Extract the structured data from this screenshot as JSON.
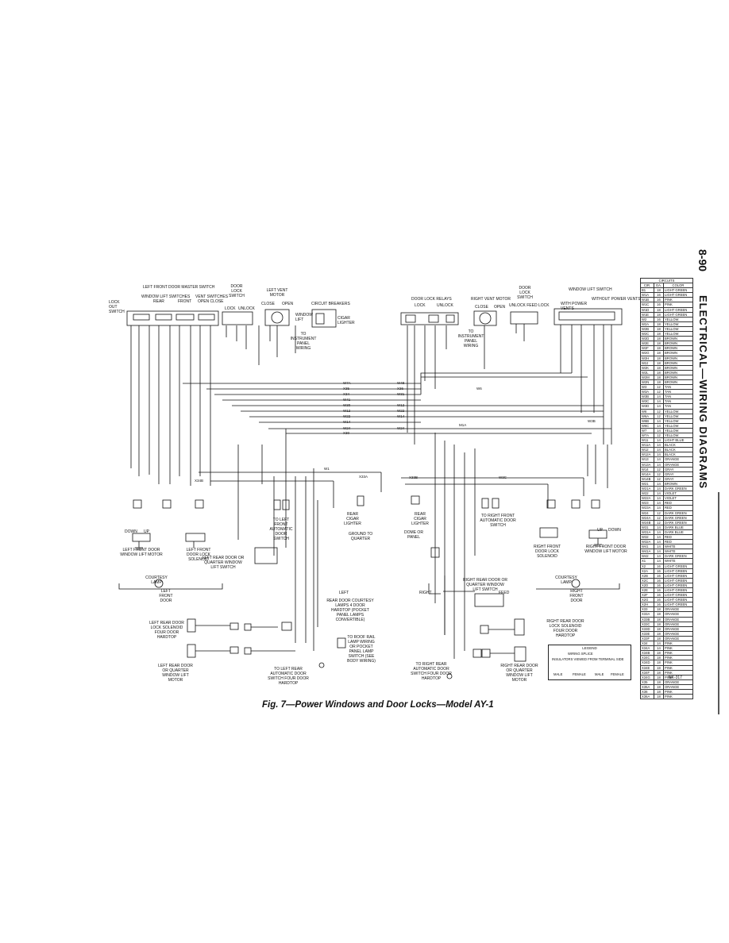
{
  "page_number": "8-90",
  "section_title": "ELECTRICAL—WIRING DIAGRAMS",
  "caption": "Fig. 7—Power Windows and Door Locks—Model AY-1",
  "figure_code": "NK-317",
  "left_labels": {
    "lf_master_switch": "LEFT FRONT DOOR MASTER SWITCH",
    "window_lift_switches": "WINDOW LIFT SWITCHES",
    "rear": "REAR",
    "front": "FRONT",
    "vent_switches": "VENT SWITCHES",
    "open_close": "OPEN CLOSE",
    "door_lock_switch": "DOOR LOCK SWITCH",
    "lock": "LOCK",
    "unlock": "UNLOCK",
    "left_vent_motor": "LEFT VENT MOTOR",
    "close": "CLOSE",
    "open": "OPEN",
    "circuit_breakers": "CIRCUIT BREAKERS",
    "window_lift": "WINDOW LIFT",
    "cigar_lighter": "CIGAR LIGHTER",
    "lock_out_switch": "LOCK OUT SWITCH",
    "to_instrument_panel": "TO INSTRUMENT PANEL WIRING",
    "lf_window_motor": "LEFT FRONT DOOR WINDOW LIFT MOTOR",
    "lf_lock_solenoid": "LEFT FRONT DOOR LOCK SOLENOID",
    "to_lf_auto_switch": "TO LEFT FRONT AUTOMATIC DOOR SWITCH",
    "rear_cigar_lighter": "REAR CIGAR LIGHTER",
    "ground_to_quarter": "GROUND TO QUARTER",
    "courtesy_lamp": "COURTESY LAMP",
    "left_front_door": "LEFT FRONT DOOR",
    "lr_quarter_switch": "LEFT REAR DOOR OR QUARTER WINDOW LIFT SWITCH",
    "rear_courtesy": "REAR DOOR COURTESY LAMPS 4 DOOR HARDTOP (POCKET PANEL LAMPS CONVERTIBLE)",
    "left": "LEFT",
    "lr_lock_solenoid": "LEFT REAR DOOR LOCK SOLENOID FOUR DOOR HARDTOP",
    "to_roof_rail": "TO ROOF RAIL LAMP WIRING OR POCKET PANEL LAMP SWITCH (SEE BODY WIRING)",
    "lr_window_motor": "LEFT REAR DOOR OR QUARTER WINDOW LIFT MOTOR",
    "to_lr_auto_switch": "TO LEFT REAR AUTOMATIC DOOR SWITCH FOUR DOOR HARDTOP",
    "up": "UP",
    "down": "DOWN"
  },
  "right_labels": {
    "door_lock_relays": "DOOR LOCK RELAYS",
    "right_vent_motor": "RIGHT VENT MOTOR",
    "door_lock_switch": "DOOR LOCK SWITCH",
    "window_lift_switch": "WINDOW LIFT SWITCH",
    "with_power_vents": "WITH POWER VENTS",
    "without_power_vents": "WITHOUT POWER VENTS",
    "lock": "LOCK",
    "unlock": "UNLOCK",
    "close": "CLOSE",
    "open": "OPEN",
    "unlock_feed_lock": "UNLOCK FEED LOCK",
    "to_instrument_panel": "TO INSTRUMENT PANEL WIRING",
    "rear_cigar_lighter": "REAR CIGAR LIGHTER",
    "dome_or_panel": "DOME OR PANEL",
    "to_rf_auto_switch": "TO RIGHT FRONT AUTOMATIC DOOR SWITCH",
    "rf_lock_solenoid": "RIGHT FRONT DOOR LOCK SOLENOID",
    "rf_window_motor": "RIGHT FRONT DOOR WINDOW LIFT MOTOR",
    "courtesy_lamp": "COURTESY LAMP",
    "right_front_door": "RIGHT FRONT DOOR",
    "right": "RIGHT",
    "rr_quarter_switch": "RIGHT REAR DOOR OR QUARTER WINDOW LIFT SWITCH",
    "feed": "FEED",
    "rr_lock_solenoid": "RIGHT REAR DOOR LOCK SOLENOID FOUR DOOR HARDTOP",
    "to_rr_auto_switch": "TO RIGHT REAR AUTOMATIC DOOR SWITCH FOUR DOOR HARDTOP",
    "rr_window_motor": "RIGHT REAR DOOR OR QUARTER WINDOW LIFT MOTOR",
    "up": "UP",
    "down": "DOWN"
  },
  "bus_wires": [
    "W7A",
    "X35",
    "X34",
    "W41",
    "W30",
    "W12",
    "W22",
    "W14",
    "W24",
    "X30",
    "W1",
    "W48",
    "X36",
    "W31",
    "W12",
    "W22",
    "W14",
    "W24",
    "W6",
    "M1A",
    "W3B",
    "X34B",
    "X33A",
    "X33B",
    "W3C"
  ],
  "wire_table": {
    "heading": "CIRCUITS",
    "columns": [
      "CIR.",
      "GA.",
      "COLOR"
    ],
    "rows": [
      [
        "B1",
        "18",
        "LIGHT GREEN"
      ],
      [
        "W1A",
        "16",
        "LIGHT GREEN"
      ],
      [
        "W1B",
        "16",
        "PINK"
      ],
      [
        "W1C",
        "16",
        "PINK"
      ],
      [
        "W1D",
        "18",
        "LIGHT GREEN"
      ],
      [
        "W1E",
        "18",
        "LIGHT GREEN"
      ],
      [
        "W2",
        "16",
        "YELLOW"
      ],
      [
        "W2A",
        "18",
        "YELLOW"
      ],
      [
        "W2B",
        "18",
        "YELLOW"
      ],
      [
        "W2C",
        "18",
        "YELLOW"
      ],
      [
        "W2D",
        "18",
        "BROWN"
      ],
      [
        "W2E",
        "18",
        "BROWN"
      ],
      [
        "W2F",
        "18",
        "BROWN"
      ],
      [
        "W2G",
        "18",
        "BROWN"
      ],
      [
        "W2H",
        "18",
        "BROWN"
      ],
      [
        "W2J",
        "18",
        "BROWN"
      ],
      [
        "W2K",
        "18",
        "BROWN"
      ],
      [
        "W2L",
        "18",
        "BROWN"
      ],
      [
        "W2M",
        "18",
        "BROWN"
      ],
      [
        "W2N",
        "18",
        "BROWN"
      ],
      [
        "W3",
        "12",
        "TAN"
      ],
      [
        "W3A",
        "12",
        "TAN"
      ],
      [
        "W3B",
        "14",
        "TAN"
      ],
      [
        "W3C",
        "14",
        "TAN"
      ],
      [
        "W3D",
        "14",
        "TAN"
      ],
      [
        "W6",
        "12",
        "YELLOW"
      ],
      [
        "W6A",
        "12",
        "YELLOW"
      ],
      [
        "W6B",
        "14",
        "YELLOW"
      ],
      [
        "W6C",
        "14",
        "YELLOW"
      ],
      [
        "W7",
        "14",
        "YELLOW"
      ],
      [
        "W7A",
        "12",
        "YELLOW"
      ],
      [
        "W11",
        "14",
        "LIGHT BLUE"
      ],
      [
        "W11A",
        "14",
        "BLACK"
      ],
      [
        "W12",
        "14",
        "BLACK"
      ],
      [
        "W12A",
        "14",
        "BLACK"
      ],
      [
        "W13",
        "14",
        "ORANGE"
      ],
      [
        "W13A",
        "14",
        "ORANGE"
      ],
      [
        "W14",
        "12",
        "GRAY"
      ],
      [
        "W14A",
        "12",
        "GRAY"
      ],
      [
        "W14B",
        "12",
        "GRAY"
      ],
      [
        "W21",
        "14",
        "BROWN"
      ],
      [
        "W21A",
        "14",
        "DARK GREEN"
      ],
      [
        "W22",
        "14",
        "VIOLET"
      ],
      [
        "W22A",
        "14",
        "VIOLET"
      ],
      [
        "W23",
        "14",
        "RED"
      ],
      [
        "W23A",
        "14",
        "RED"
      ],
      [
        "W24",
        "12",
        "DARK GREEN"
      ],
      [
        "W24A",
        "12",
        "DARK GREEN"
      ],
      [
        "W24B",
        "12",
        "DARK GREEN"
      ],
      [
        "W31",
        "14",
        "DARK BLUE"
      ],
      [
        "W31A",
        "14",
        "DARK BLUE"
      ],
      [
        "W32",
        "14",
        "RED"
      ],
      [
        "W32A",
        "14",
        "RED"
      ],
      [
        "W41",
        "14",
        "WHITE"
      ],
      [
        "W41A",
        "14",
        "WHITE"
      ],
      [
        "W42",
        "14",
        "DARK GREEN"
      ],
      [
        "X1",
        "14",
        "WHITE"
      ],
      [
        "X2",
        "16",
        "LIGHT GREEN"
      ],
      [
        "X2A",
        "16",
        "LIGHT GREEN"
      ],
      [
        "X2B",
        "16",
        "LIGHT GREEN"
      ],
      [
        "X2C",
        "16",
        "LIGHT GREEN"
      ],
      [
        "X2D",
        "16",
        "LIGHT GREEN"
      ],
      [
        "X2E",
        "16",
        "LIGHT GREEN"
      ],
      [
        "X2F",
        "16",
        "LIGHT GREEN"
      ],
      [
        "X2G",
        "16",
        "LIGHT GREEN"
      ],
      [
        "X2H",
        "16",
        "LIGHT GREEN"
      ],
      [
        "X33",
        "18",
        "ORANGE"
      ],
      [
        "X33A",
        "18",
        "ORANGE"
      ],
      [
        "X33B",
        "18",
        "ORANGE"
      ],
      [
        "X33C",
        "18",
        "ORANGE"
      ],
      [
        "X33D",
        "18",
        "ORANGE"
      ],
      [
        "X33E",
        "18",
        "ORANGE"
      ],
      [
        "X33F",
        "18",
        "ORANGE"
      ],
      [
        "X34",
        "14",
        "PINK"
      ],
      [
        "X34A",
        "14",
        "PINK"
      ],
      [
        "X34B",
        "18",
        "PINK"
      ],
      [
        "X34C",
        "18",
        "PINK"
      ],
      [
        "X34D",
        "18",
        "PINK"
      ],
      [
        "X34E",
        "18",
        "PINK"
      ],
      [
        "X34F",
        "18",
        "PINK"
      ],
      [
        "X34G",
        "18",
        "PINK"
      ],
      [
        "X35",
        "18",
        "ORANGE"
      ],
      [
        "X35A",
        "18",
        "ORANGE"
      ],
      [
        "X36",
        "18",
        "PINK"
      ],
      [
        "X36A",
        "18",
        "PINK"
      ]
    ]
  },
  "legend": {
    "title": "LEGEND",
    "wiring_splice": "WIRING SPLICE",
    "insulators": "INSULATORS VIEWED FROM TERMINAL SIDE",
    "male": "MALE",
    "female": "FEMALE"
  }
}
